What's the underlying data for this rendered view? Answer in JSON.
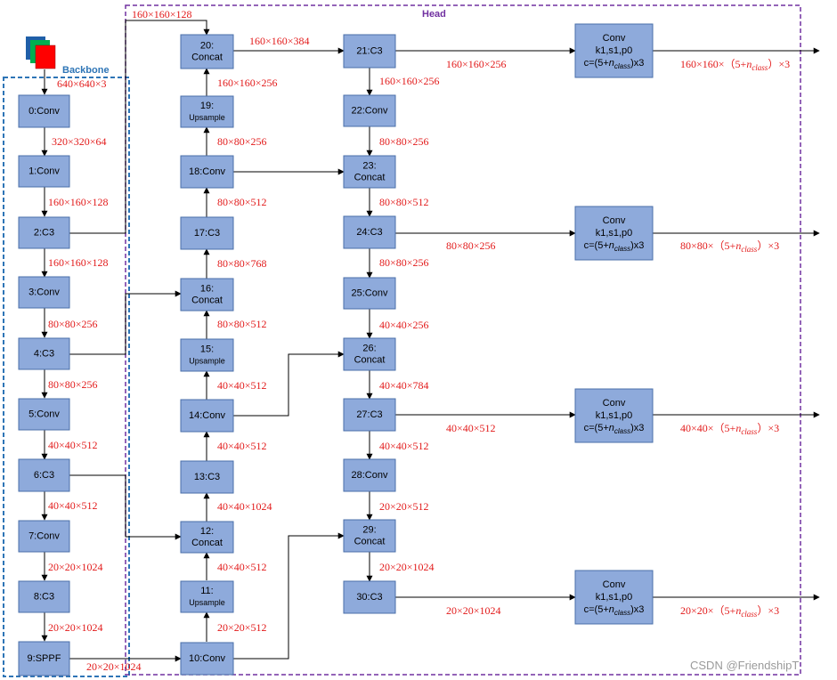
{
  "frames": {
    "backbone_label": "Backbone",
    "head_label": "Head"
  },
  "watermark": "CSDN @FriendshipT",
  "nodes": {
    "n0": [
      "0:Conv"
    ],
    "n1": [
      "1:Conv"
    ],
    "n2": [
      "2:C3"
    ],
    "n3": [
      "3:Conv"
    ],
    "n4": [
      "4:C3"
    ],
    "n5": [
      "5:Conv"
    ],
    "n6": [
      "6:C3"
    ],
    "n7": [
      "7:Conv"
    ],
    "n8": [
      "8:C3"
    ],
    "n9": [
      "9:SPPF"
    ],
    "n10": [
      "10:Conv"
    ],
    "n11": [
      "11:",
      "Upsample"
    ],
    "n12": [
      "12:",
      "Concat"
    ],
    "n13": [
      "13:C3"
    ],
    "n14": [
      "14:Conv"
    ],
    "n15": [
      "15:",
      "Upsample"
    ],
    "n16": [
      "16:",
      "Concat"
    ],
    "n17": [
      "17:C3"
    ],
    "n18": [
      "18:Conv"
    ],
    "n19": [
      "19:",
      "Upsample"
    ],
    "n20": [
      "20:",
      "Concat"
    ],
    "n21": [
      "21:C3"
    ],
    "n22": [
      "22:Conv"
    ],
    "n23": [
      "23:",
      "Concat"
    ],
    "n24": [
      "24:C3"
    ],
    "n25": [
      "25:Conv"
    ],
    "n26": [
      "26:",
      "Concat"
    ],
    "n27": [
      "27:C3"
    ],
    "n28": [
      "28:Conv"
    ],
    "n29": [
      "29:",
      "Concat"
    ],
    "n30": [
      "30:C3"
    ],
    "d1": [
      "Conv",
      "k1,s1,p0",
      "c=(5+nclass)x3"
    ],
    "d2": [
      "Conv",
      "k1,s1,p0",
      "c=(5+nclass)x3"
    ],
    "d3": [
      "Conv",
      "k1,s1,p0",
      "c=(5+nclass)x3"
    ],
    "d4": [
      "Conv",
      "k1,s1,p0",
      "c=(5+nclass)x3"
    ]
  },
  "dims": {
    "in": "640×640×3",
    "b01": "320×320×64",
    "b12": "160×160×128",
    "b23": "160×160×128",
    "b34": "80×80×256",
    "b45": "80×80×256",
    "b56": "40×40×512",
    "b67": "40×40×512",
    "b78": "20×20×1024",
    "b89": "20×20×1024",
    "b9_10": "20×20×1024",
    "top": "160×160×128",
    "h10_11": "20×20×512",
    "h11_12": "40×40×512",
    "h12_13": "40×40×1024",
    "h13_14": "40×40×512",
    "h14_15": "40×40×512",
    "h15_16": "80×80×512",
    "h16_17": "80×80×768",
    "h17_18": "80×80×512",
    "h18_19": "80×80×256",
    "h19_20": "160×160×256",
    "h20_21": "160×160×384",
    "h21_22": "160×160×256",
    "h22_23": "80×80×256",
    "h23_24": "80×80×512",
    "h24_25": "80×80×256",
    "h25_26": "40×40×256",
    "h26_27": "40×40×784",
    "h27_28": "40×40×512",
    "h28_29": "20×20×512",
    "h29_30": "20×20×1024",
    "o21": "160×160×256",
    "o24": "80×80×256",
    "o27": "40×40×512",
    "o30": "20×20×1024",
    "out1": "160×160×（5+nclass）×3",
    "out2": "80×80×（5+nclass）×3",
    "out3": "40×40×（5+nclass）×3",
    "out4": "20×20×（5+nclass）×3"
  },
  "colors": {
    "node_fill": "#8eaadb",
    "node_stroke": "#4a6fa8",
    "dimension_text": "#e21a1a",
    "backbone_frame": "#2e75b6",
    "head_frame": "#7030a0",
    "image_icon_front": "#ff0000",
    "image_icon_mid": "#00b050",
    "image_icon_back": "#1f5fa8"
  },
  "icons": {
    "input": "input-image-stack-icon"
  }
}
